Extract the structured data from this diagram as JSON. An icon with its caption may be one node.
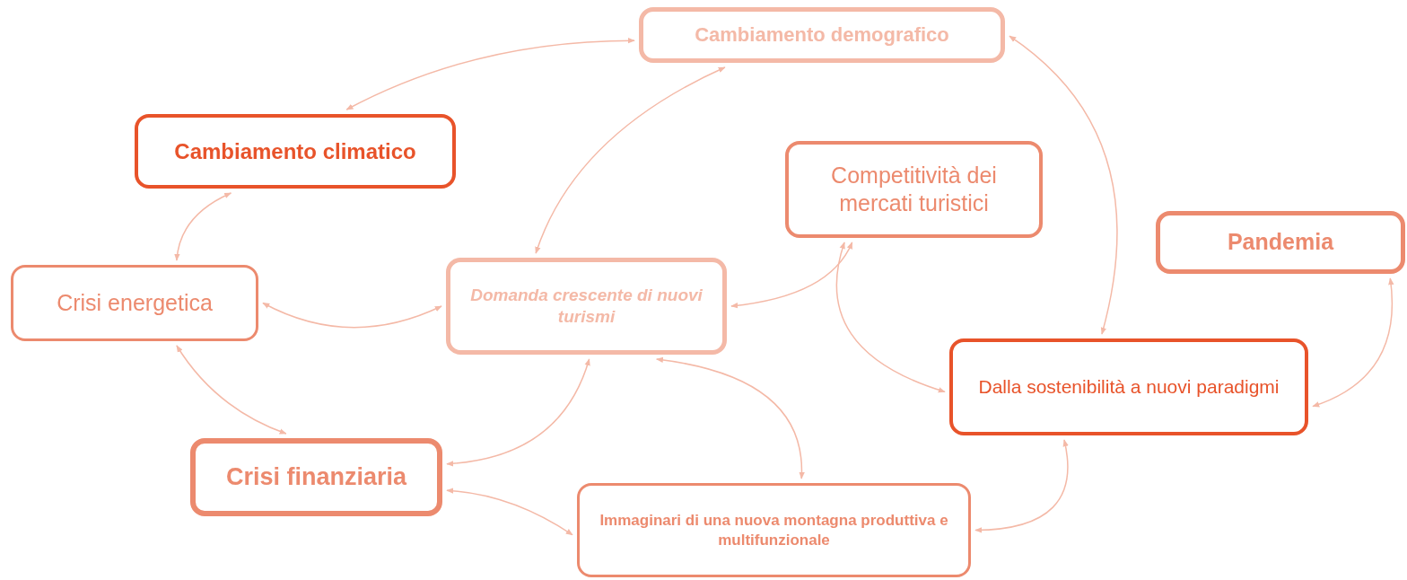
{
  "diagram": {
    "nodes": [
      {
        "text": [
          "Cambiamento demografico"
        ]
      },
      {
        "text": [
          "Cambiamento climatico"
        ]
      },
      {
        "text": [
          "Competitività dei mercati turistici"
        ]
      },
      {
        "text": [
          "Pandemia"
        ]
      },
      {
        "text": [
          "Crisi energetica"
        ]
      },
      {
        "text": [
          "Domanda crescente di nuovi turismi"
        ]
      },
      {
        "text": [
          "Dalla sostenibilità a nuovi paradigmi"
        ]
      },
      {
        "text": [
          "Crisi finanziaria"
        ]
      },
      {
        "text": [
          "Immaginari di una nuova montagna produttiva e multifunzionale"
        ]
      }
    ],
    "edges": [
      {
        "from": 1,
        "to": 0,
        "arrow": "both"
      },
      {
        "from": 0,
        "to": 5,
        "arrow": "both"
      },
      {
        "from": 0,
        "to": 6,
        "arrow": "both"
      },
      {
        "from": 1,
        "to": 4,
        "arrow": "both"
      },
      {
        "from": 4,
        "to": 5,
        "arrow": "both"
      },
      {
        "from": 2,
        "to": 5,
        "arrow": "both"
      },
      {
        "from": 2,
        "to": 6,
        "arrow": "both"
      },
      {
        "from": 3,
        "to": 6,
        "arrow": "both"
      },
      {
        "from": 4,
        "to": 7,
        "arrow": "both"
      },
      {
        "from": 5,
        "to": 7,
        "arrow": "both"
      },
      {
        "from": 5,
        "to": 8,
        "arrow": "both"
      },
      {
        "from": 7,
        "to": 8,
        "arrow": "both"
      },
      {
        "from": 8,
        "to": 6,
        "arrow": "both"
      }
    ]
  }
}
